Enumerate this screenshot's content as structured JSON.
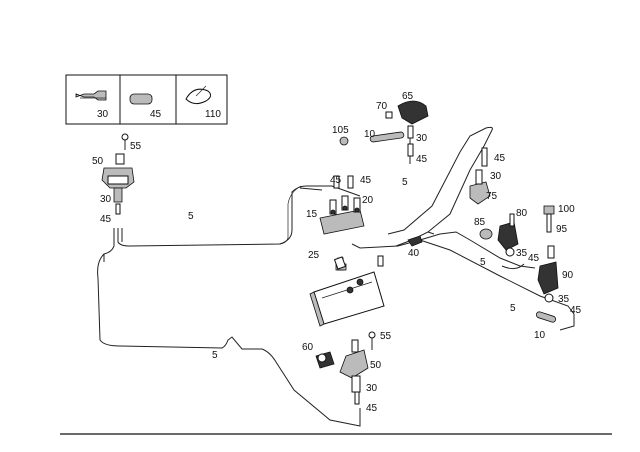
{
  "legend_box": {
    "items": [
      {
        "label": "30",
        "icon": "hose-connector-icon"
      },
      {
        "label": "45",
        "icon": "hose-sleeve-icon"
      },
      {
        "label": "110",
        "icon": "hose-clamp-icon"
      }
    ]
  },
  "callouts": {
    "c_105": "105",
    "c_70": "70",
    "c_65": "65",
    "c_10a": "10",
    "c_30a": "30",
    "c_45a": "45",
    "c_5a": "5",
    "c_55a": "55",
    "c_50a": "50",
    "c_30b": "30",
    "c_45b": "45",
    "c_5b": "5",
    "c_45c": "45",
    "c_45d": "45",
    "c_15": "15",
    "c_20": "20",
    "c_45e": "45",
    "c_30c": "30",
    "c_75": "75",
    "c_85": "85",
    "c_80": "80",
    "c_100": "100",
    "c_95": "95",
    "c_35a": "35",
    "c_45f": "45",
    "c_25": "25",
    "c_40": "40",
    "c_5c": "5",
    "c_90": "90",
    "c_35b": "35",
    "c_45g": "45",
    "c_5d": "5",
    "c_10b": "10",
    "c_55b": "55",
    "c_60": "60",
    "c_50b": "50",
    "c_5e": "5",
    "c_30d": "30",
    "c_45h": "45"
  }
}
